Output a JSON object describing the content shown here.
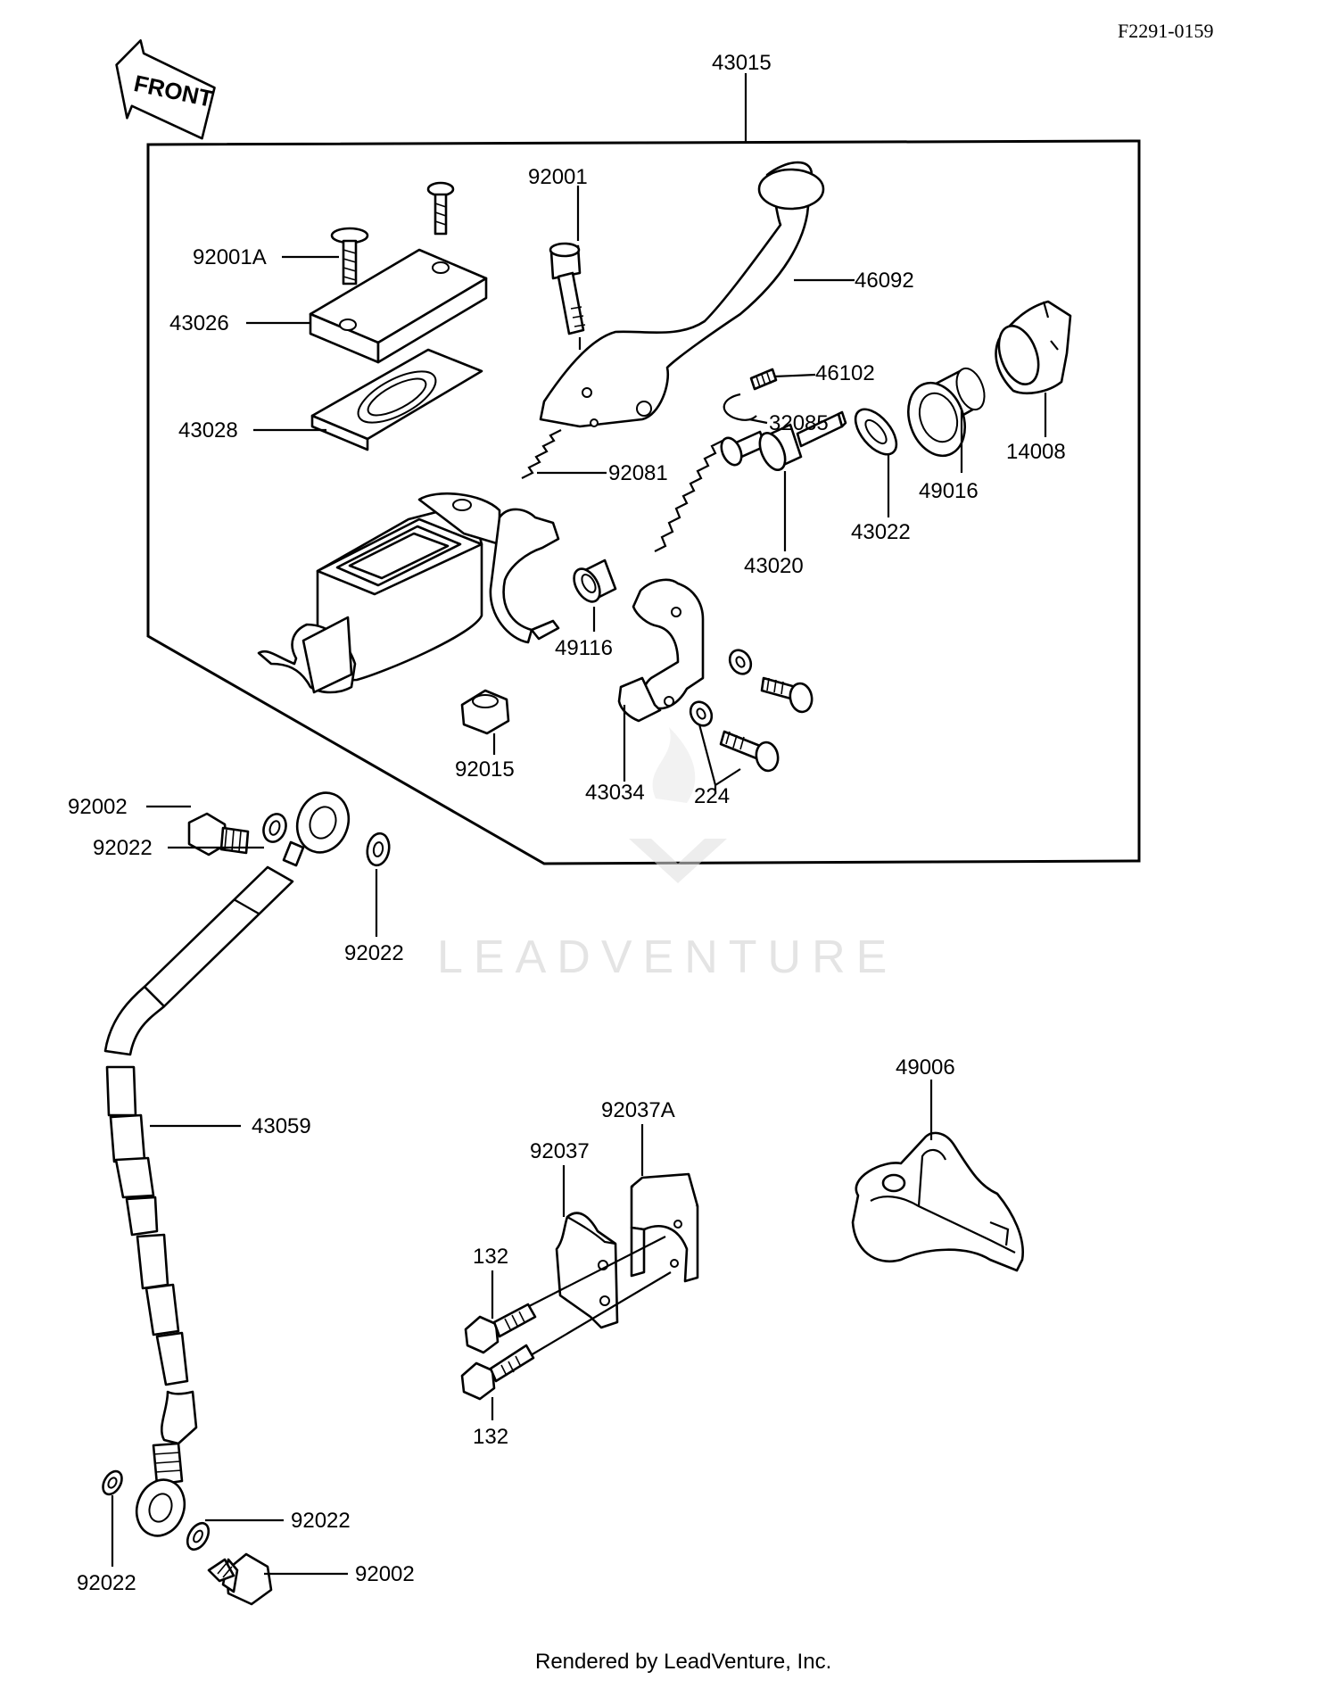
{
  "diagram_code": "F2291-0159",
  "front_label": "FRONT",
  "watermark": "LEADVENTURE",
  "footer": "Rendered by LeadVenture, Inc.",
  "parts": {
    "p43015": "43015",
    "p92001": "92001",
    "p92001A": "92001A",
    "p46092": "46092",
    "p43026": "43026",
    "p43028": "43028",
    "p46102": "46102",
    "p32085": "32085",
    "p14008": "14008",
    "p92081": "92081",
    "p49016": "49016",
    "p43022": "43022",
    "p43020": "43020",
    "p49116": "49116",
    "p92015": "92015",
    "p43034": "43034",
    "p224": "224",
    "p92002_top": "92002",
    "p92022_a": "92022",
    "p92022_b": "92022",
    "p43059": "43059",
    "p49006": "49006",
    "p92037A": "92037A",
    "p92037": "92037",
    "p132_top": "132",
    "p132_bottom": "132",
    "p92022_c": "92022",
    "p92022_d": "92022",
    "p92002_bottom": "92002"
  }
}
